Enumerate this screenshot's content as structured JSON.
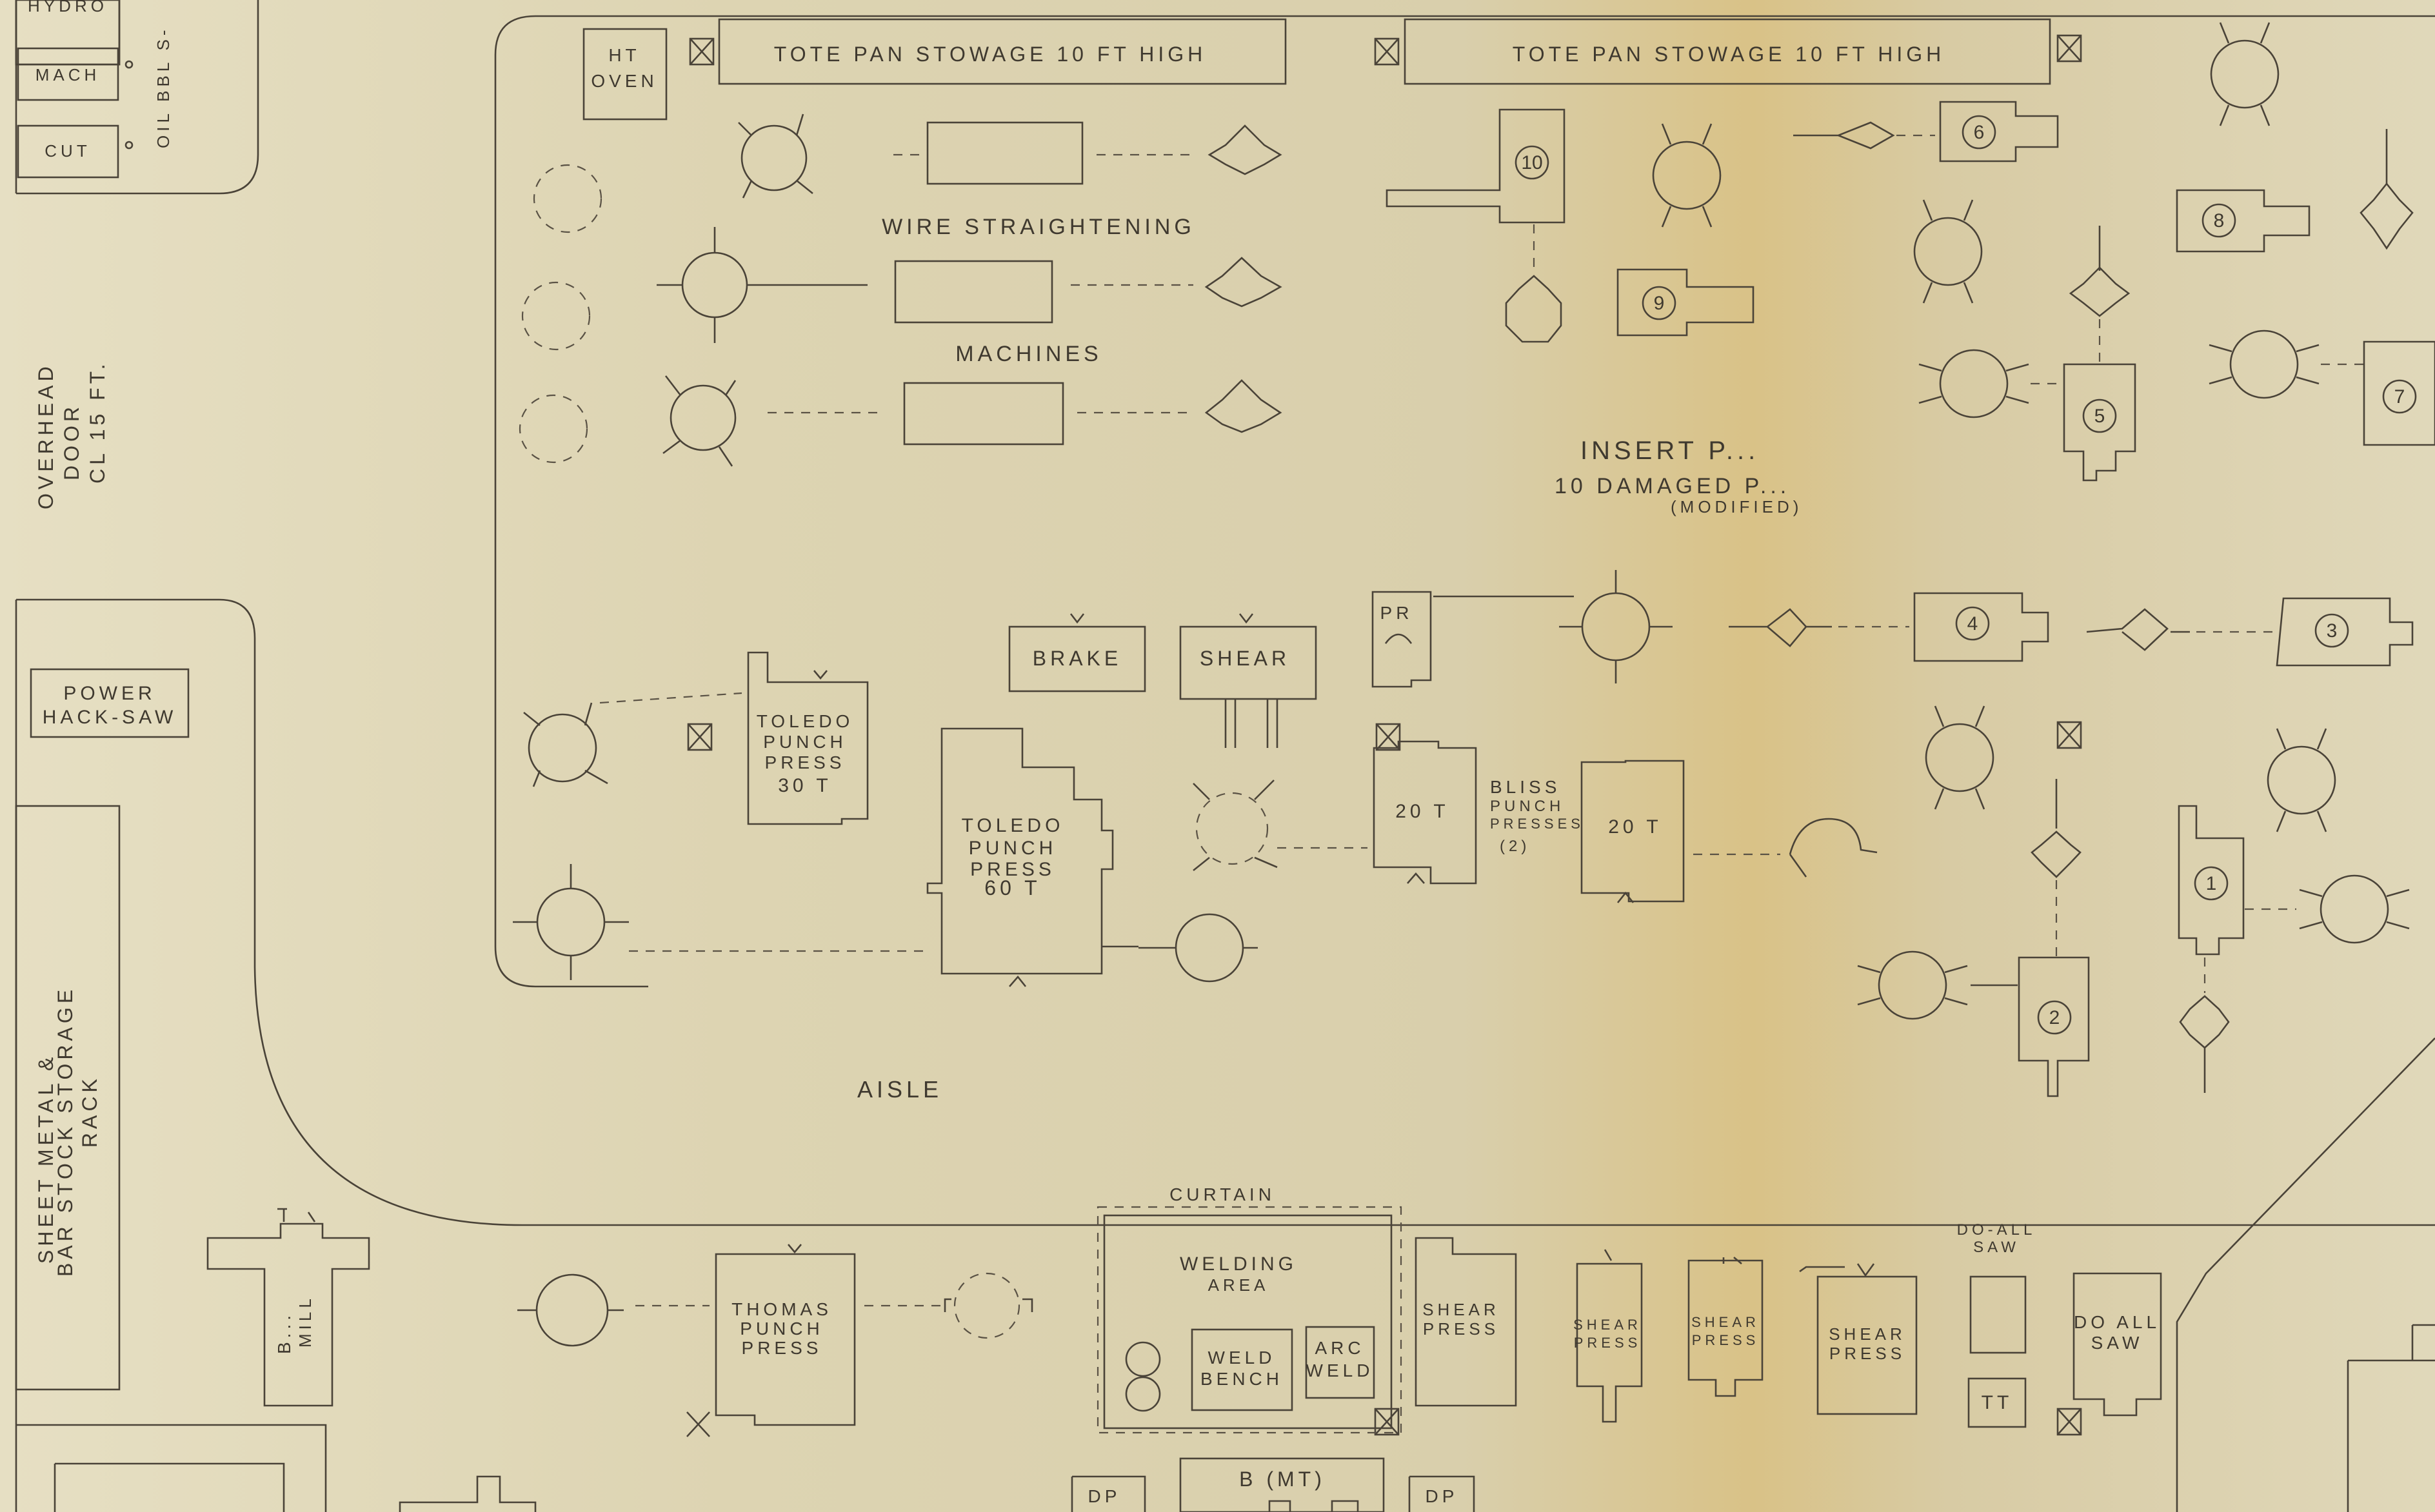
{
  "labels": {
    "hydro": "HYDRO",
    "mach": "MACH",
    "cut": "CUT",
    "oil_bbl": "OIL BBL S-",
    "overhead_door": [
      "OVERHEAD",
      "DOOR",
      "CL 15 FT."
    ],
    "tote_pan_1": "TOTE PAN STOWAGE 10 FT HIGH",
    "tote_pan_2": "TOTE PAN STOWAGE 10 FT HIGH",
    "ht_oven": [
      "HT",
      "OVEN"
    ],
    "wire_straightening": "WIRE STRAIGHTENING",
    "machines": "MACHINES",
    "insert_presses": "INSERT P...",
    "damaged_presses": "10 DAMAGED P...",
    "modified": "(MODIFIED)",
    "power_hacksaw": [
      "POWER",
      "HACK-SAW"
    ],
    "brake": "BRAKE",
    "shear": "SHEAR",
    "pr": "PR",
    "toledo_30": [
      "TOLEDO",
      "PUNCH",
      "PRESS",
      "30 T"
    ],
    "toledo_60": [
      "TOLEDO",
      "PUNCH",
      "PRESS",
      "60 T"
    ],
    "twenty_t_1": "20 T",
    "twenty_t_2": "20 T",
    "bliss": [
      "BLISS",
      "PUNCH",
      "PRESSES",
      "(2)"
    ],
    "aisle": "AISLE",
    "sheet_metal": [
      "SHEET METAL &",
      "BAR STOCK STORAGE",
      "RACK"
    ],
    "curtain": "CURTAIN",
    "welding_area": [
      "WELDING",
      "AREA"
    ],
    "weld_bench": [
      "WELD",
      "BENCH"
    ],
    "arc_weld": [
      "ARC",
      "WELD"
    ],
    "thomas": [
      "THOMAS",
      "PUNCH",
      "PRESS"
    ],
    "bend_mill": [
      "B...",
      "MILL"
    ],
    "shear_press_1": [
      "SHEAR",
      "PRESS"
    ],
    "shear_press_2": [
      "SHEAR",
      "PRESS"
    ],
    "shear_press_3": [
      "SHEAR",
      "PRESS"
    ],
    "shear_press_4": [
      "SHEAR",
      "PRESS"
    ],
    "do_all_saw_small": [
      "DO-ALL",
      "SAW"
    ],
    "do_all_saw": [
      "DO ALL",
      "SAW"
    ],
    "tt": "TT",
    "dp": "DP",
    "b_mt": "B (MT)"
  },
  "press_numbers": [
    "1",
    "2",
    "3",
    "4",
    "5",
    "6",
    "7",
    "8",
    "9",
    "10"
  ]
}
